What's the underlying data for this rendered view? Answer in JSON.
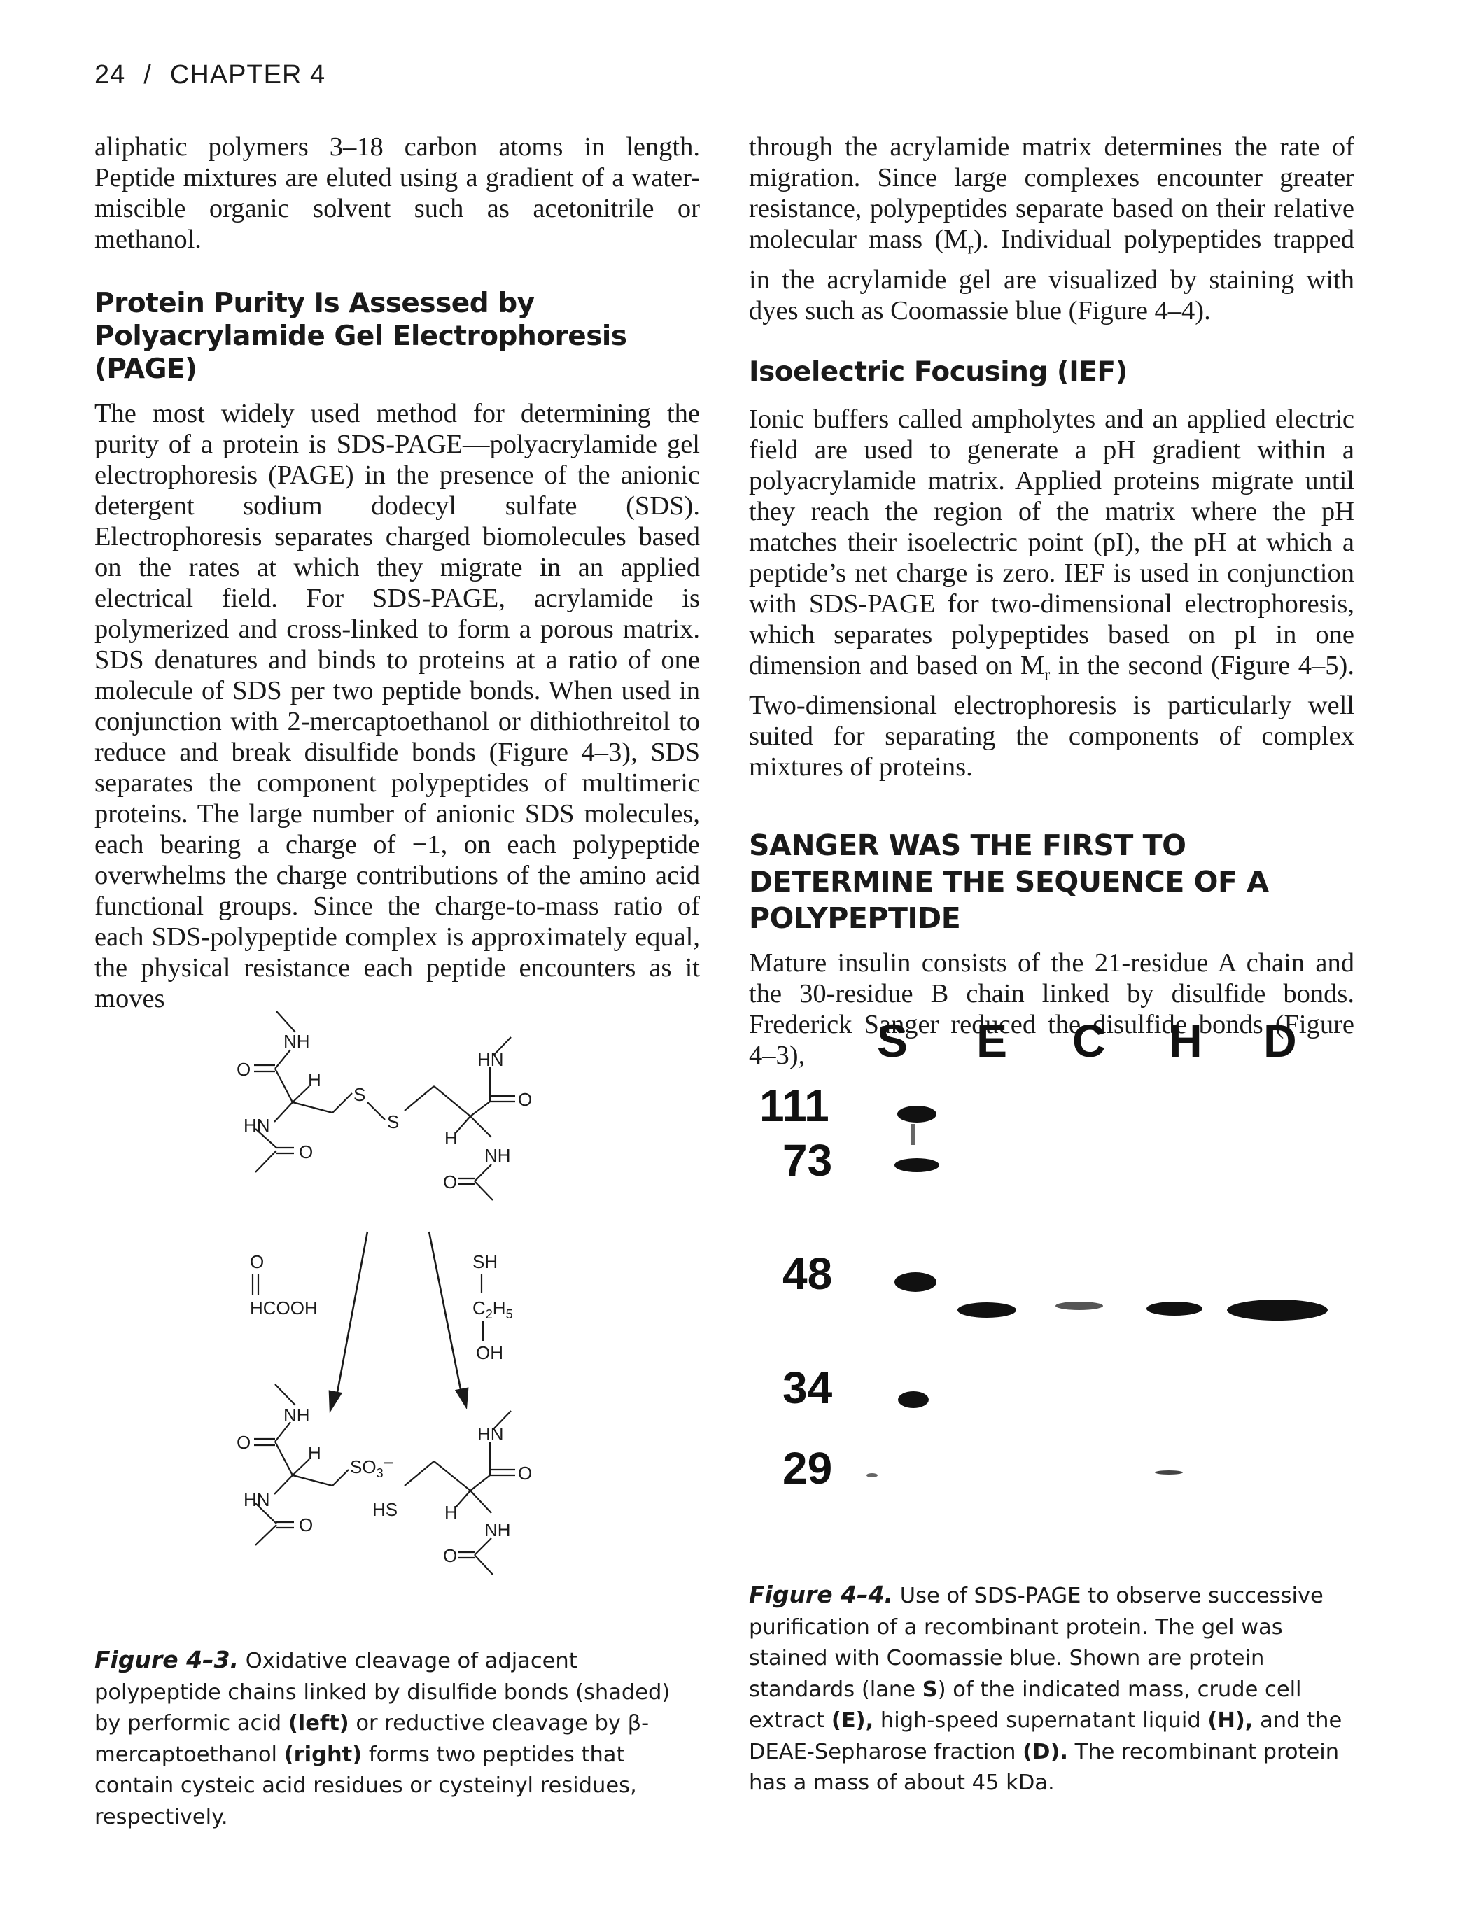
{
  "header": {
    "page_number": "24",
    "separator": "/",
    "chapter": "CHAPTER 4"
  },
  "left_column": {
    "para_intro": "aliphatic polymers 3–18 carbon atoms in length. Peptide mixtures are eluted using a gradient of a water-miscible organic solvent such as acetonitrile or methanol.",
    "heading_page": "Protein Purity Is Assessed by Polyacrylamide Gel Electrophoresis (PAGE)",
    "para_page": "The most widely used method for determining the purity of a protein is SDS-PAGE—polyacrylamide gel electrophoresis (PAGE) in the presence of the anionic detergent sodium dodecyl sulfate (SDS). Electrophoresis separates charged biomolecules based on the rates at which they migrate in an applied electrical field. For SDS-PAGE, acrylamide is polymerized and cross-linked to form a porous matrix. SDS denatures and binds to proteins at a ratio of one molecule of SDS per two peptide bonds. When used in conjunction with 2-mercaptoethanol or dithiothreitol to reduce and break disulfide bonds (Figure 4–3), SDS separates the component polypeptides of multimeric proteins. The large number of anionic SDS molecules, each bearing a charge of −1, on each polypeptide overwhelms the charge contributions of the amino acid functional groups. Since the charge-to-mass ratio of each SDS-polypeptide complex is approximately equal, the physical resistance each peptide encounters as it moves"
  },
  "right_column": {
    "para_cont_1": "through the acrylamide matrix determines the rate of migration. Since large complexes encounter greater resistance, polypeptides separate based on their relative molecular mass (M",
    "mr_sub": "r",
    "para_cont_2": "). Individual polypeptides trapped in the acrylamide gel are visualized by staining with dyes such as Coomassie blue (Figure 4–4).",
    "heading_ief": "Isoelectric Focusing (IEF)",
    "para_ief_1": "Ionic buffers called ampholytes and an applied electric field are used to generate a pH gradient within a polyacrylamide matrix. Applied proteins migrate until they reach the region of the matrix where the pH matches their isoelectric point (pI), the pH at which a peptide’s net charge is zero. IEF is used in conjunction with SDS-PAGE for two-dimensional electrophoresis, which separates polypeptides based on pI in one dimension and based on M",
    "para_ief_2": " in the second (Figure 4–5). Two-dimensional electrophoresis is particularly well suited for separating the components of complex mixtures of proteins.",
    "heading_sanger": "SANGER WAS THE FIRST TO DETERMINE THE SEQUENCE OF A POLYPEPTIDE",
    "para_sanger": "Mature insulin consists of the 21-residue A chain and the 30-residue B chain linked by disulfide bonds. Frederick Sanger reduced the disulfide bonds (Figure 4–3),"
  },
  "figure_4_3": {
    "caption_label": "Figure 4–3.",
    "caption_1": " Oxidative cleavage of adjacent polypeptide chains linked by disulfide bonds (shaded) by performic acid ",
    "caption_left": "(left)",
    "caption_2": " or reductive cleavage by β-mercaptoethanol ",
    "caption_right": "(right)",
    "caption_3": " forms two peptides that contain cysteic acid residues or cysteinyl residues, respectively.",
    "labels": {
      "nh": "NH",
      "hn": "HN",
      "o_eq": "O",
      "h": "H",
      "s": "S",
      "hcooh": "HCOOH",
      "sh": "SH",
      "c2h5": "C",
      "c2h5_sub": "2",
      "c2h5_h": "H",
      "c2h5_sub2": "5",
      "oh": "OH",
      "so3": "SO",
      "so3_sub": "3",
      "so3_charge": "−",
      "hs": "HS",
      "bar": "|"
    }
  },
  "figure_4_4": {
    "caption_label": "Figure 4–4.",
    "caption_1": " Use of SDS-PAGE to observe successive purification of a recombinant protein. The gel was stained with Coomassie blue. Shown are protein standards (lane ",
    "lane_s": "S",
    "caption_2": ") of the indicated mass, crude cell extract ",
    "lane_e": "(E),",
    "caption_3": " high-speed supernatant liquid ",
    "lane_h": "(H),",
    "caption_4": " and the DEAE-Sepharose fraction ",
    "lane_d": "(D).",
    "caption_5": " The recombinant protein has a mass of about 45 kDa.",
    "lanes": [
      "S",
      "E",
      "C",
      "H",
      "D"
    ],
    "markers": [
      "111",
      "73",
      "48",
      "34",
      "29"
    ]
  }
}
